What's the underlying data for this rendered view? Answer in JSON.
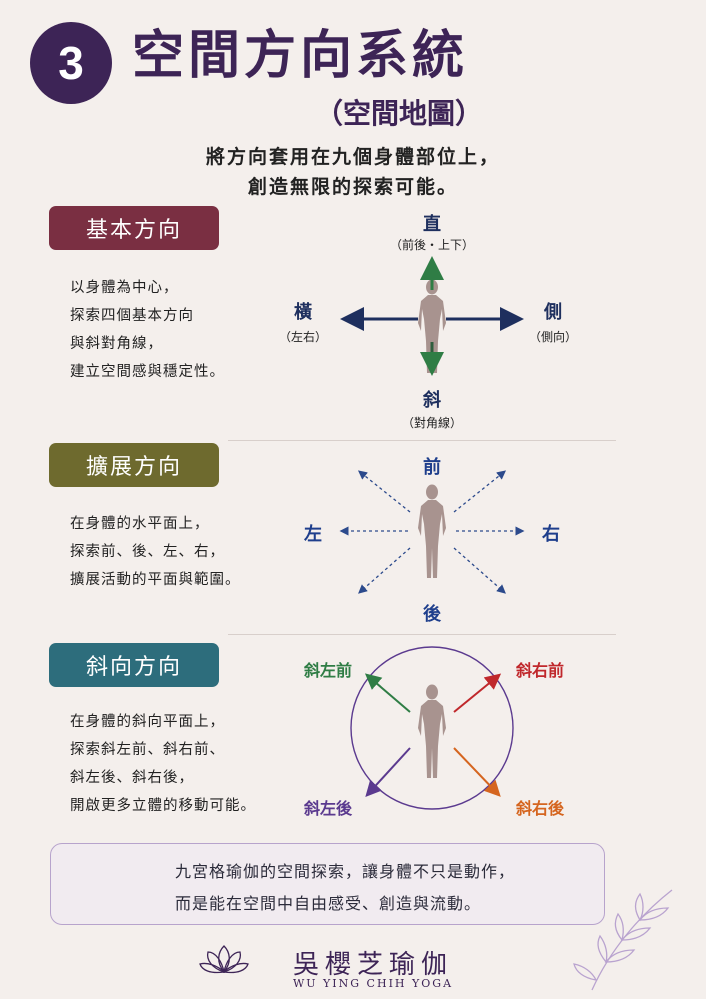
{
  "header": {
    "number": "3",
    "title": "空間方向系統",
    "subtitle": "（空間地圖）",
    "intro_line1": "將方向套用在九個身體部位上，",
    "intro_line2": "創造無限的探索可能。"
  },
  "colors": {
    "primary": "#3d2456",
    "basic_pill": "#7a2f42",
    "expand_pill": "#6e6a2e",
    "diagonal_pill": "#2d6d7c",
    "navy": "#1e2f5e",
    "green": "#2f7d45",
    "red": "#c0282c",
    "purple": "#5b3a8f",
    "orange": "#d5651f",
    "body": "#a8938f"
  },
  "sections": {
    "basic": {
      "label": "基本方向",
      "desc": [
        "以身體為中心，",
        "探索四個基本方向",
        "與斜對角線，",
        "建立空間感與穩定性。"
      ],
      "up": "直",
      "up_sub": "（前後・上下）",
      "left": "橫",
      "left_sub": "（左右）",
      "right": "側",
      "right_sub": "（側向）",
      "down": "斜",
      "down_sub": "（對角線）"
    },
    "expand": {
      "label": "擴展方向",
      "desc": [
        "在身體的水平面上，",
        "探索前、後、左、右，",
        "擴展活動的平面與範圍。"
      ],
      "front": "前",
      "back": "後",
      "left": "左",
      "right": "右"
    },
    "diagonal": {
      "label": "斜向方向",
      "desc": [
        "在身體的斜向平面上，",
        "探索斜左前、斜右前、",
        "斜左後、斜右後，",
        "開啟更多立體的移動可能。"
      ],
      "front_left": "斜左前",
      "front_right": "斜右前",
      "back_left": "斜左後",
      "back_right": "斜右後"
    }
  },
  "tip": {
    "icon": "lightbulb-icon",
    "line1": "九宮格瑜伽的空間探索，讓身體不只是動作，",
    "line2": "而是能在空間中自由感受、創造與流動。"
  },
  "brand": {
    "icon": "lotus-icon",
    "name": "吳櫻芝瑜伽",
    "name_en": "WU YING CHIH YOGA"
  }
}
